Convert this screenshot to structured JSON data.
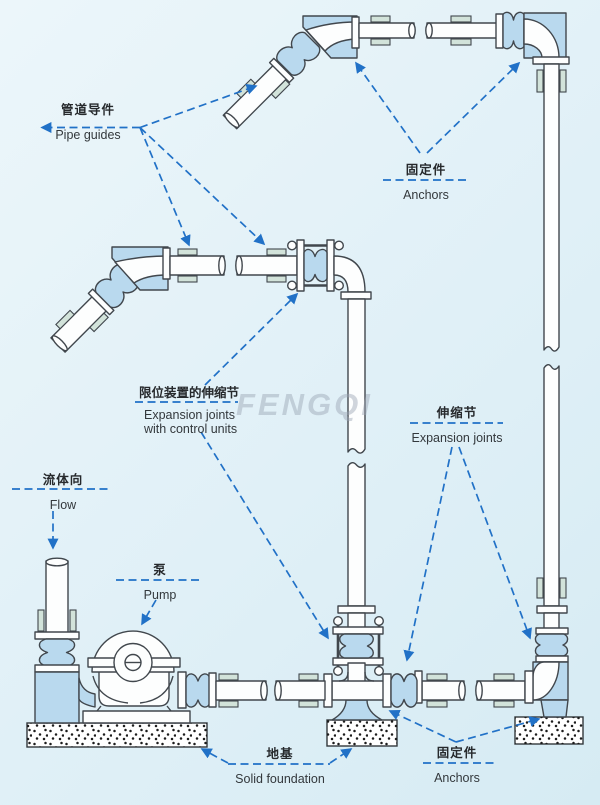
{
  "watermark": "FENGQI",
  "colors": {
    "background": "#e0f0f7",
    "leader_blue": "#2171c7",
    "component_blue": "#b9d9ee",
    "pipe_guide_green": "#d2e3da",
    "outline": "#41474d"
  },
  "labels": {
    "pipe_guides": {
      "zh": "管道导件",
      "en": "Pipe guides"
    },
    "anchors_top": {
      "zh": "固定件",
      "en": "Anchors"
    },
    "expansion_control": {
      "zh": "限位装置的伸缩节",
      "en_line1": "Expansion joints",
      "en_line2": "with control units"
    },
    "expansion_joints": {
      "zh": "伸缩节",
      "en": "Expansion joints"
    },
    "flow": {
      "zh": "流体向",
      "en": "Flow"
    },
    "pump": {
      "zh": "泵",
      "en": "Pump"
    },
    "solid_foundation": {
      "zh": "地基",
      "en": "Solid foundation"
    },
    "anchors_bottom": {
      "zh": "固定件",
      "en": "Anchors"
    }
  }
}
